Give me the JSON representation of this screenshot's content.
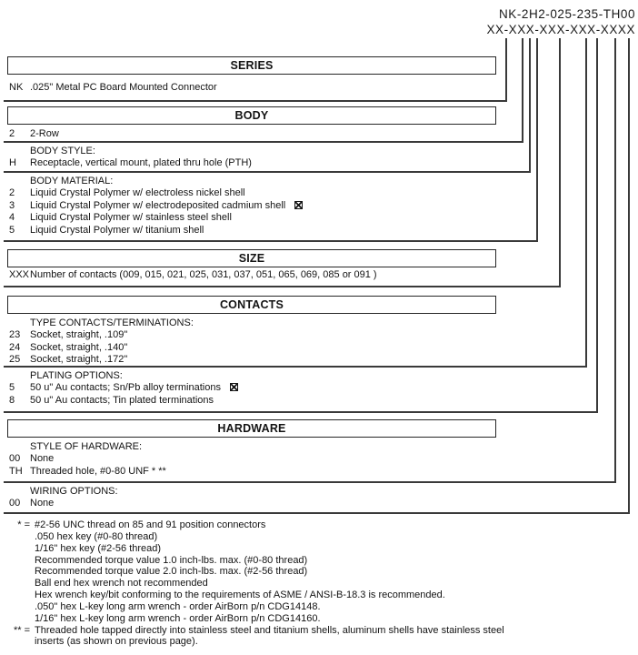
{
  "part_number": {
    "value": "NK-2H2-025-235-TH00",
    "mask": "XX-XXX-XXX-XXX-XXXX"
  },
  "sections": {
    "series": {
      "title": "SERIES",
      "rows": [
        {
          "code": "NK",
          "desc": ".025\" Metal PC Board Mounted Connector"
        }
      ]
    },
    "body": {
      "title": "BODY",
      "rows": [
        {
          "code": "2",
          "desc": "2-Row"
        }
      ],
      "style": {
        "heading": "BODY STYLE:",
        "rows": [
          {
            "code": "H",
            "desc": "Receptacle, vertical mount, plated thru hole (PTH)"
          }
        ]
      },
      "material": {
        "heading": "BODY MATERIAL:",
        "rows": [
          {
            "code": "2",
            "desc": "Liquid Crystal Polymer w/ electroless nickel shell"
          },
          {
            "code": "3",
            "desc": "Liquid Crystal Polymer w/ electrodeposited cadmium shell",
            "flagged": true
          },
          {
            "code": "4",
            "desc": "Liquid Crystal Polymer w/ stainless steel shell"
          },
          {
            "code": "5",
            "desc": "Liquid Crystal Polymer w/ titanium shell"
          }
        ]
      }
    },
    "size": {
      "title": "SIZE",
      "rows": [
        {
          "code": "XXX",
          "desc": "Number of contacts (009, 015, 021, 025, 031, 037, 051, 065, 069, 085 or 091 )"
        }
      ]
    },
    "contacts": {
      "title": "CONTACTS",
      "type": {
        "heading": "TYPE CONTACTS/TERMINATIONS:",
        "rows": [
          {
            "code": "23",
            "desc": "Socket, straight, .109\""
          },
          {
            "code": "24",
            "desc": "Socket, straight, .140\""
          },
          {
            "code": "25",
            "desc": "Socket, straight, .172\""
          }
        ]
      },
      "plating": {
        "heading": "PLATING OPTIONS:",
        "rows": [
          {
            "code": "5",
            "desc": "50 u\" Au contacts; Sn/Pb alloy terminations",
            "flagged": true
          },
          {
            "code": "8",
            "desc": "50 u\" Au contacts; Tin plated terminations"
          }
        ]
      }
    },
    "hardware": {
      "title": "HARDWARE",
      "style": {
        "heading": "STYLE OF HARDWARE:",
        "rows": [
          {
            "code": "00",
            "desc": "None"
          },
          {
            "code": "TH",
            "desc": "Threaded hole, #0-80 UNF * **"
          }
        ]
      },
      "wiring": {
        "heading": "WIRING OPTIONS:",
        "rows": [
          {
            "code": "00",
            "desc": "None"
          }
        ]
      }
    }
  },
  "footnotes": [
    {
      "prefix": "* =",
      "text": "#2-56 UNC thread on 85 and 91 position connectors"
    },
    {
      "prefix": "",
      "text": ".050 hex key (#0-80 thread)"
    },
    {
      "prefix": "",
      "text": "1/16\" hex key (#2-56 thread)"
    },
    {
      "prefix": "",
      "text": "Recommended torque value 1.0 inch-lbs. max. (#0-80 thread)"
    },
    {
      "prefix": "",
      "text": "Recommended torque value 2.0 inch-lbs. max. (#2-56 thread)"
    },
    {
      "prefix": "",
      "text": "Ball end hex wrench not recommended"
    },
    {
      "prefix": "",
      "text": "Hex wrench key/bit conforming to the requirements of ASME / ANSI-B-18.3 is recommended."
    },
    {
      "prefix": "",
      "text": ".050\" hex L-key long arm wrench - order AirBorn p/n CDG14148."
    },
    {
      "prefix": "",
      "text": "1/16\" hex L-key long arm wrench - order AirBorn p/n CDG14160."
    },
    {
      "prefix": "** =",
      "text": "Threaded hole tapped directly into stainless steel and titanium shells, aluminum shells have stainless steel"
    },
    {
      "prefix": "",
      "text": "inserts (as shown on previous page)."
    }
  ],
  "icons": {
    "selected_marker": "boxed-x"
  },
  "colors": {
    "ink": "#131313",
    "line": "#3a3a3a",
    "background": "#ffffff"
  }
}
